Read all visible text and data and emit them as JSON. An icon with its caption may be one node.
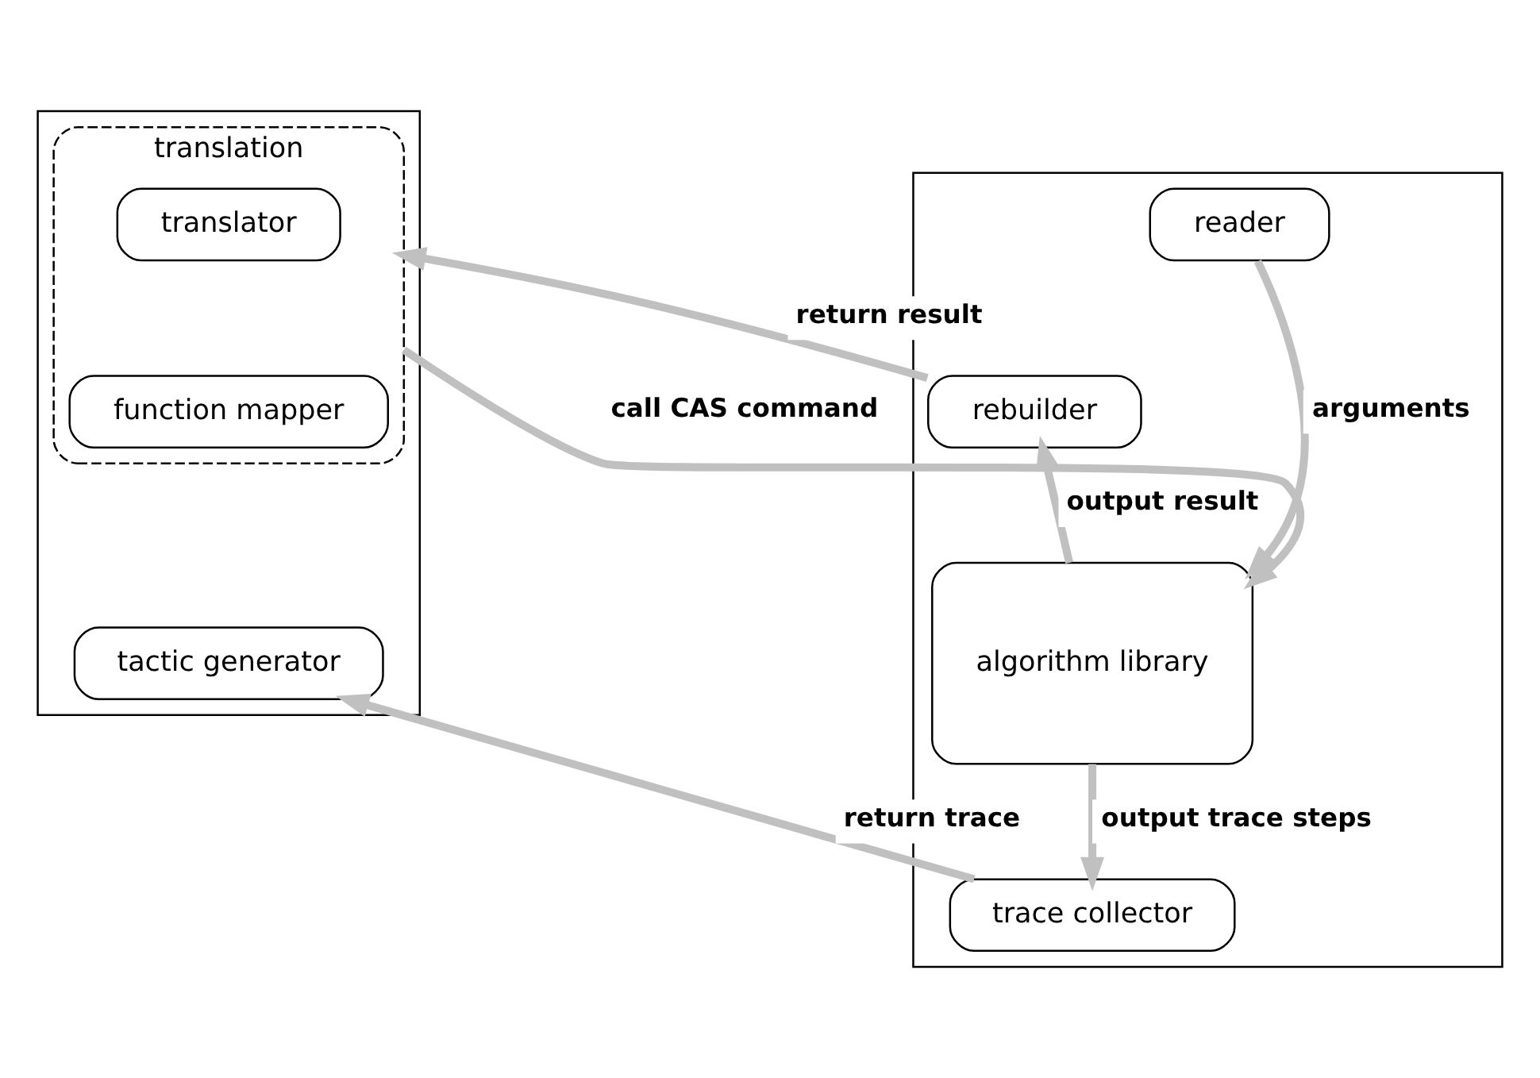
{
  "diagram": {
    "nodes": [
      {
        "text": [],
        "shape": "box"
      },
      {
        "text": [
          "translation"
        ],
        "in": 0
      },
      {
        "text": [
          "translator"
        ],
        "in": 1
      },
      {
        "text": [
          "function mapper"
        ],
        "in": 1
      },
      {
        "text": [
          "tactic generator"
        ],
        "in": 0
      },
      {
        "text": [],
        "shape": "box"
      },
      {
        "text": [
          "reader"
        ],
        "in": 5
      },
      {
        "text": [
          "rebuilder"
        ],
        "in": 5
      },
      {
        "text": [
          "algorithm library"
        ],
        "in": 5
      },
      {
        "text": [
          "trace collector"
        ],
        "in": 5
      }
    ],
    "edges": [
      {
        "from": 7,
        "to": 1,
        "arrow": "to",
        "label": "return result"
      },
      {
        "from": 6,
        "to": 8,
        "arrow": "to",
        "label": "arguments"
      },
      {
        "from": 8,
        "to": 7,
        "arrow": "to",
        "label": "output result"
      },
      {
        "from": 1,
        "to": 8,
        "arrow": "to",
        "label": "call CAS command"
      },
      {
        "from": 8,
        "to": 9,
        "arrow": "to",
        "label": "output trace steps"
      },
      {
        "from": 9,
        "to": 4,
        "arrow": "to",
        "label": "return trace"
      }
    ]
  }
}
